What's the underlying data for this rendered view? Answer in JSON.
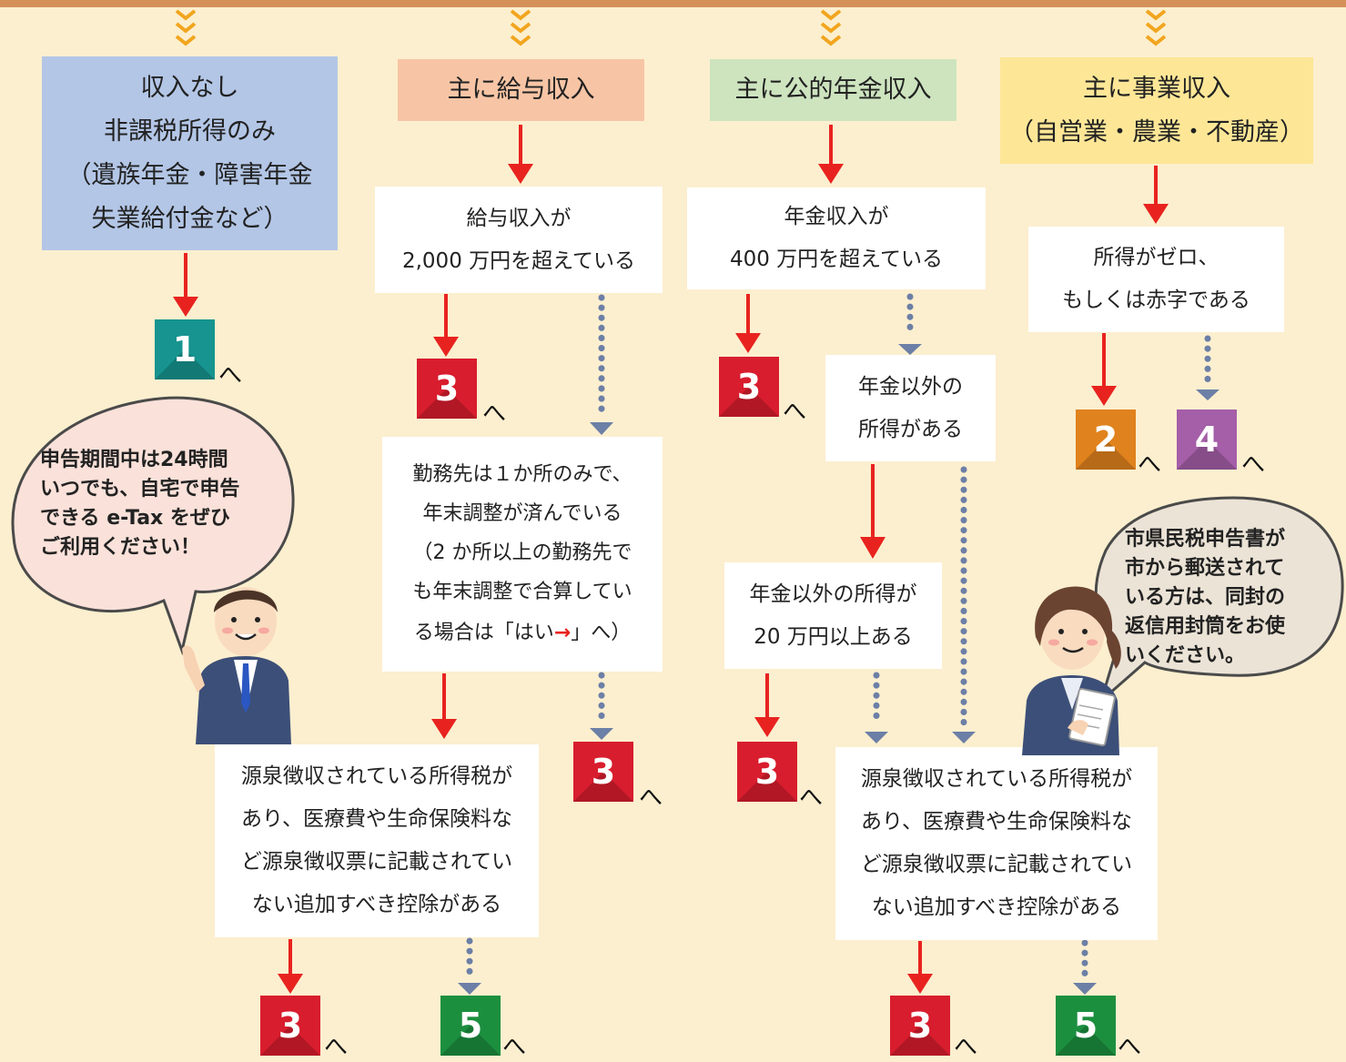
{
  "colors": {
    "background": "#fcefcf",
    "red_arrow": "#e8231f",
    "blue_dotted": "#6c7fa6",
    "badge_1": "#17948f",
    "badge_2": "#e0821d",
    "badge_3": "#d81d2e",
    "badge_4": "#a55ea8",
    "badge_5": "#1c8f3f"
  },
  "headers": {
    "none": [
      "収入なし",
      "非課税所得のみ",
      "（遺族年金・障害年金",
      "失業給付金など）"
    ],
    "salary": [
      "主に給与収入"
    ],
    "pension": [
      "主に公的年金収入"
    ],
    "business": [
      "主に事業収入",
      "（自営業・農業・不動産）"
    ]
  },
  "boxes": {
    "salary_over": [
      "給与収入が",
      "2,000 万円を超えている"
    ],
    "pension_over": [
      "年金収入が",
      "400 万円を超えている"
    ],
    "business_zero": [
      "所得がゼロ、",
      "もしくは赤字である"
    ],
    "pension_other": [
      "年金以外の",
      "所得がある"
    ],
    "pension_other_20": [
      "年金以外の所得が",
      "20 万円以上ある"
    ],
    "salary_single": [
      "勤務先は１か所のみで、",
      "年末調整が済んでいる",
      "（2 か所以上の勤務先で",
      "も年末調整で合算してい"
    ],
    "salary_single_last": {
      "before": "る場合は「はい",
      "arrow": "→",
      "after": "」へ）"
    },
    "withholding_left": [
      "源泉徴収されている所得税が",
      "あり、医療費や生命保険料な",
      "ど源泉徴収票に記載されてい",
      "ない追加すべき控除がある"
    ],
    "withholding_right": [
      "源泉徴収されている所得税が",
      "あり、医療費や生命保険料な",
      "ど源泉徴収票に記載されてい",
      "ない追加すべき控除がある"
    ]
  },
  "badge_suffix": "へ",
  "badges": {
    "b1": "1",
    "b2": "2",
    "b3": "3",
    "b4": "4",
    "b5": "5"
  },
  "speech": {
    "left": [
      "申告期間中は24時間",
      "いつでも、自宅で申告",
      "できる e-Tax をぜひ",
      "ご利用ください！"
    ],
    "right": [
      "市県民税申告書が",
      "市から郵送されて",
      "いる方は、同封の",
      "返信用封筒をお使",
      "いください。"
    ]
  }
}
